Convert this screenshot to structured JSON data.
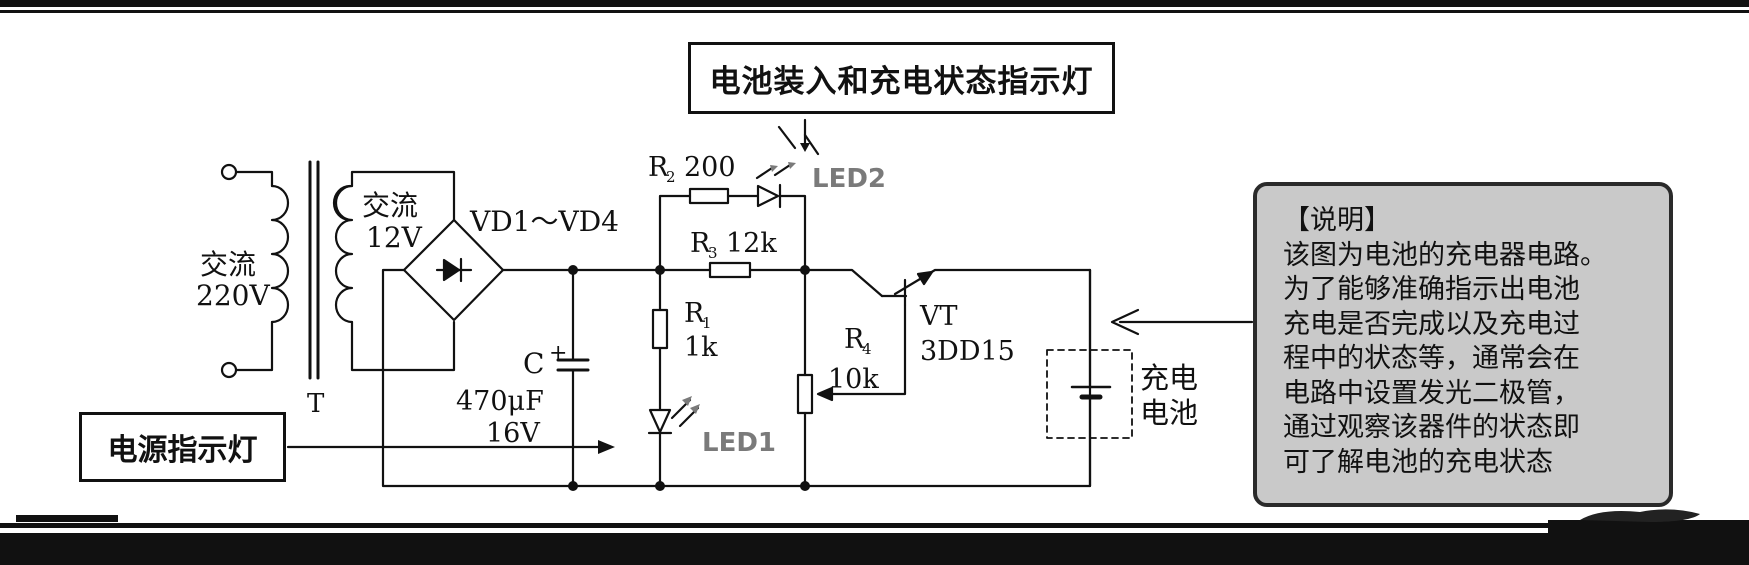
{
  "callouts": {
    "top": "电池装入和充电状态指示灯",
    "power": "电源指示灯"
  },
  "transformer": {
    "primary_label_1": "交流",
    "primary_label_2": "220V",
    "secondary_label_1": "交流",
    "secondary_label_2": "12V",
    "name": "T"
  },
  "components": {
    "bridge": "VD1～VD4",
    "r2_letter": "R",
    "r2_sub": "2",
    "r2_value": "200",
    "led2": "LED2",
    "r3_letter": "R",
    "r3_sub": "3",
    "r3_value": "12k",
    "r1_letter": "R",
    "r1_sub": "1",
    "r1_value": "1k",
    "led1": "LED1",
    "c_name": "C",
    "c_plus": "+",
    "c_value": "470μF",
    "c_voltage": "16V",
    "r4_letter": "R",
    "r4_sub": "4",
    "r4_value": "10k",
    "vt_name": "VT",
    "vt_model": "3DD15",
    "battery_1": "充电",
    "battery_2": "电池"
  },
  "note": {
    "title": "【说明】",
    "lines": [
      "该图为电池的充电器电路。",
      "为了能够准确指示出电池",
      "充电是否完成以及充电过",
      "程中的状态等，通常会在",
      "电路中设置发光二极管，",
      "通过观察该器件的状态即",
      "可了解电池的充电状态"
    ]
  }
}
